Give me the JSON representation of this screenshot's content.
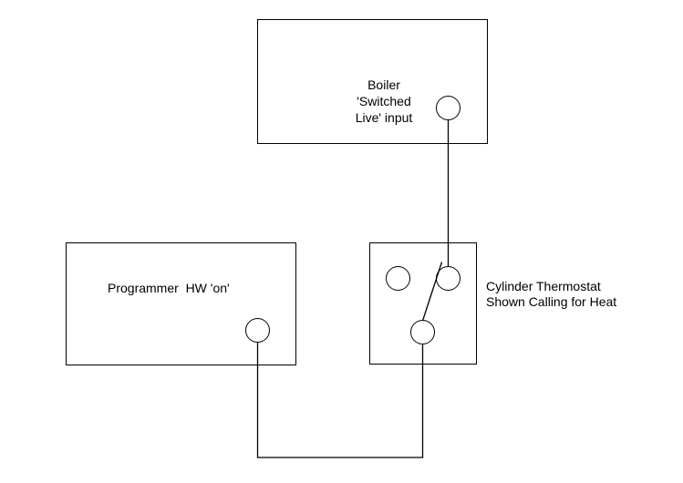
{
  "diagram": {
    "boiler": {
      "label": "Boiler\n'Switched\nLive' input"
    },
    "programmer": {
      "label": "Programmer  HW 'on'"
    },
    "thermostat": {
      "label": "Cylinder Thermostat\nShown Calling for Heat"
    }
  },
  "colors": {
    "line": "#000000",
    "background": "#ffffff"
  }
}
